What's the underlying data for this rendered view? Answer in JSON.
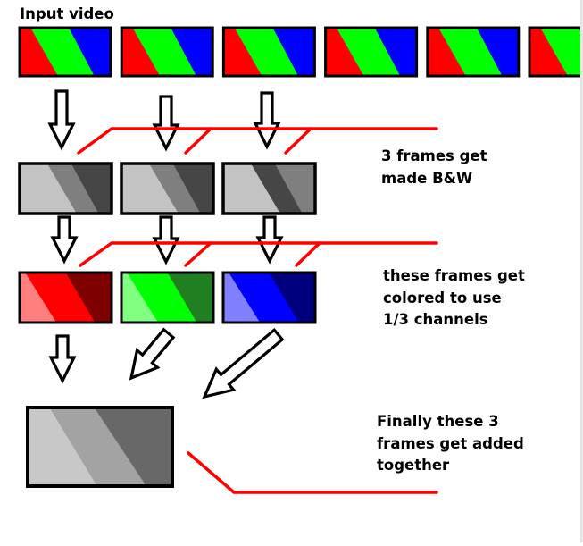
{
  "labels": {
    "input_video": "Input video",
    "step1": [
      "3 frames get",
      "made B&W"
    ],
    "step2": [
      "these frames get",
      "colored to use",
      "1/3 channels"
    ],
    "step3": [
      "Finally these 3",
      "frames get added",
      "together"
    ]
  },
  "colors": {
    "red": "#ff0000",
    "green": "#00ff00",
    "blue": "#0000ff",
    "connector": "#ff0000",
    "frame_border": "#000000"
  },
  "input_frames": {
    "visible_count": 6
  },
  "bw_frames": [
    {
      "name": "bw-frame-red",
      "shades": [
        "#c3c3c3",
        "#7f7f7f",
        "#464646"
      ]
    },
    {
      "name": "bw-frame-green",
      "shades": [
        "#c3c3c3",
        "#7f7f7f",
        "#464646"
      ]
    },
    {
      "name": "bw-frame-blue",
      "shades": [
        "#c3c3c3",
        "#464646",
        "#7f7f7f"
      ]
    }
  ],
  "colored_frames": [
    {
      "name": "colored-frame-red",
      "shades": [
        "#ff7f7f",
        "#ff0000",
        "#7f0000"
      ]
    },
    {
      "name": "colored-frame-green",
      "shades": [
        "#80ff80",
        "#00ff00",
        "#207f20"
      ]
    },
    {
      "name": "colored-frame-blue",
      "shades": [
        "#8080ff",
        "#0000ff",
        "#00007f"
      ]
    }
  ],
  "combined_frame": {
    "shades": [
      "#c8c8c8",
      "#a3a3a3",
      "#686868"
    ]
  }
}
